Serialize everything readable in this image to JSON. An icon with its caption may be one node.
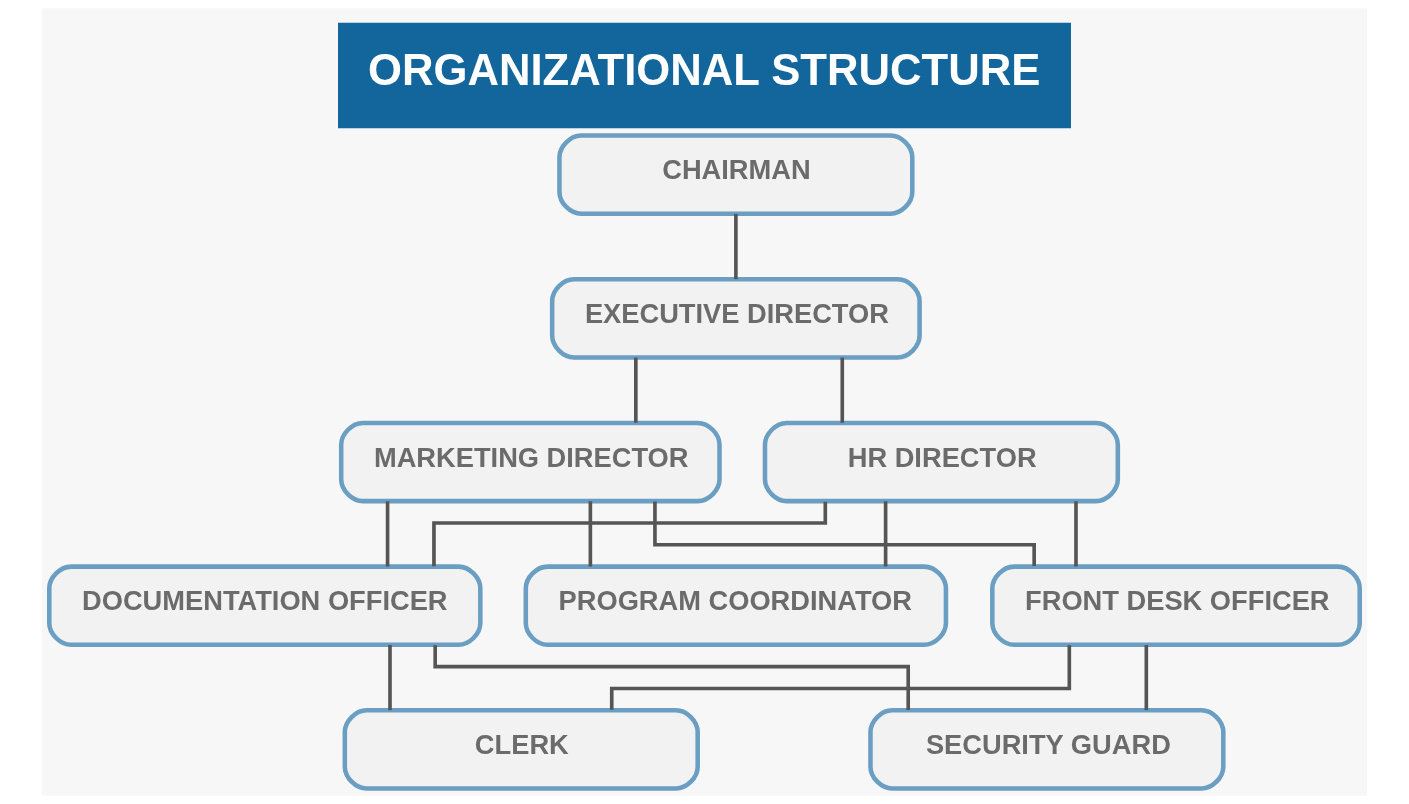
{
  "diagram": {
    "title": "ORGANIZATIONAL STRUCTURE",
    "nodes": [
      {
        "text": [
          "CHAIRMAN"
        ]
      },
      {
        "text": [
          "EXECUTIVE DIRECTOR"
        ]
      },
      {
        "text": [
          "MARKETING DIRECTOR"
        ]
      },
      {
        "text": [
          "HR DIRECTOR"
        ]
      },
      {
        "text": [
          "DOCUMENTATION OFFICER"
        ]
      },
      {
        "text": [
          "PROGRAM COORDINATOR"
        ]
      },
      {
        "text": [
          "FRONT DESK OFFICER"
        ]
      },
      {
        "text": [
          "CLERK"
        ]
      },
      {
        "text": [
          "SECURITY GUARD"
        ]
      }
    ],
    "edges": [
      {
        "from": 0,
        "to": 1,
        "arrow": "none"
      },
      {
        "from": 1,
        "to": 2,
        "arrow": "none"
      },
      {
        "from": 1,
        "to": 3,
        "arrow": "none"
      },
      {
        "from": 2,
        "to": 4,
        "arrow": "none"
      },
      {
        "from": 2,
        "to": 5,
        "arrow": "none"
      },
      {
        "from": 2,
        "to": 6,
        "arrow": "none"
      },
      {
        "from": 3,
        "to": 4,
        "arrow": "none"
      },
      {
        "from": 3,
        "to": 5,
        "arrow": "none"
      },
      {
        "from": 3,
        "to": 6,
        "arrow": "none"
      },
      {
        "from": 4,
        "to": 7,
        "arrow": "none"
      },
      {
        "from": 4,
        "to": 8,
        "arrow": "none"
      },
      {
        "from": 6,
        "to": 7,
        "arrow": "none"
      },
      {
        "from": 6,
        "to": 8,
        "arrow": "none"
      }
    ]
  }
}
